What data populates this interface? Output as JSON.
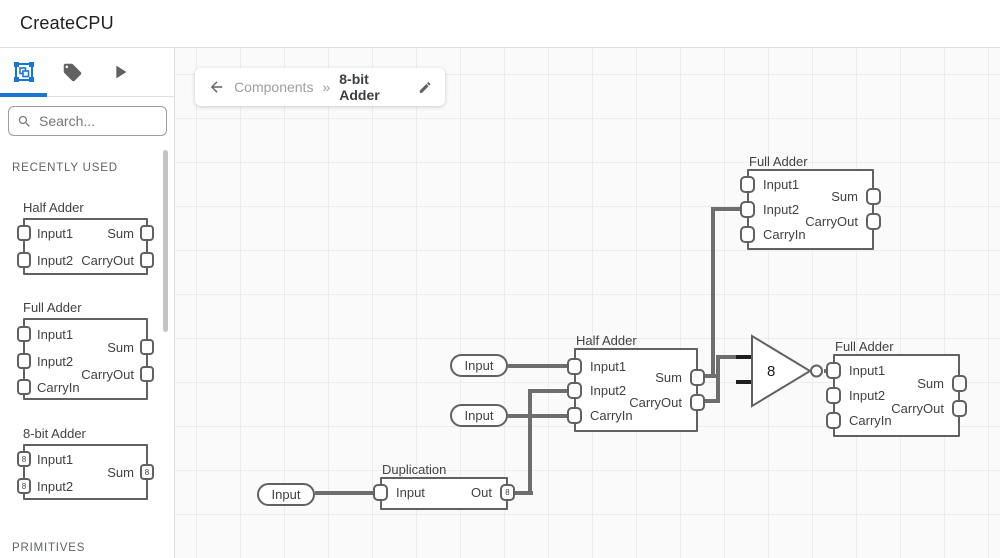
{
  "header": {
    "title": "CreateCPU"
  },
  "sidebar": {
    "tabs": [
      {
        "name": "components",
        "selected": true
      },
      {
        "name": "tags",
        "selected": false
      },
      {
        "name": "simulate",
        "selected": false
      }
    ],
    "search_placeholder": "Search...",
    "section_recent": "RECENTLY USED",
    "section_primitives": "PRIMITIVES",
    "items": [
      {
        "title": "Half Adder",
        "in1": "Input1",
        "in2": "Input2",
        "out1": "Sum",
        "out2": "CarryOut"
      },
      {
        "title": "Full Adder",
        "in1": "Input1",
        "in2": "Input2",
        "in3": "CarryIn",
        "out1": "Sum",
        "out2": "CarryOut"
      },
      {
        "title": "8-bit Adder",
        "in1": "Input1",
        "in2": "Input2",
        "out1": "Sum",
        "bus": "8"
      }
    ]
  },
  "breadcrumb": {
    "parent": "Components",
    "separator": "»",
    "current": "8-bit Adder"
  },
  "canvas": {
    "full_adder_top": {
      "title": "Full Adder",
      "in1": "Input1",
      "in2": "Input2",
      "in3": "CarryIn",
      "out1": "Sum",
      "out2": "CarryOut"
    },
    "half_adder": {
      "title": "Half Adder",
      "in1": "Input1",
      "in2": "Input2",
      "in3": "CarryIn",
      "out1": "Sum",
      "out2": "CarryOut"
    },
    "full_adder_right": {
      "title": "Full Adder",
      "in1": "Input1",
      "in2": "Input2",
      "in3": "CarryIn",
      "out1": "Sum",
      "out2": "CarryOut"
    },
    "duplication": {
      "title": "Duplication",
      "in1": "Input",
      "out1": "Out",
      "bus": "8"
    },
    "not_gate": {
      "label": "8"
    },
    "input_pins": [
      {
        "label": "Input"
      },
      {
        "label": "Input"
      },
      {
        "label": "Input"
      }
    ]
  },
  "colors": {
    "accent": "#1976d2",
    "wire": "#6e6e6e",
    "node_border": "#616161",
    "canvas_bg": "#fafafa"
  }
}
